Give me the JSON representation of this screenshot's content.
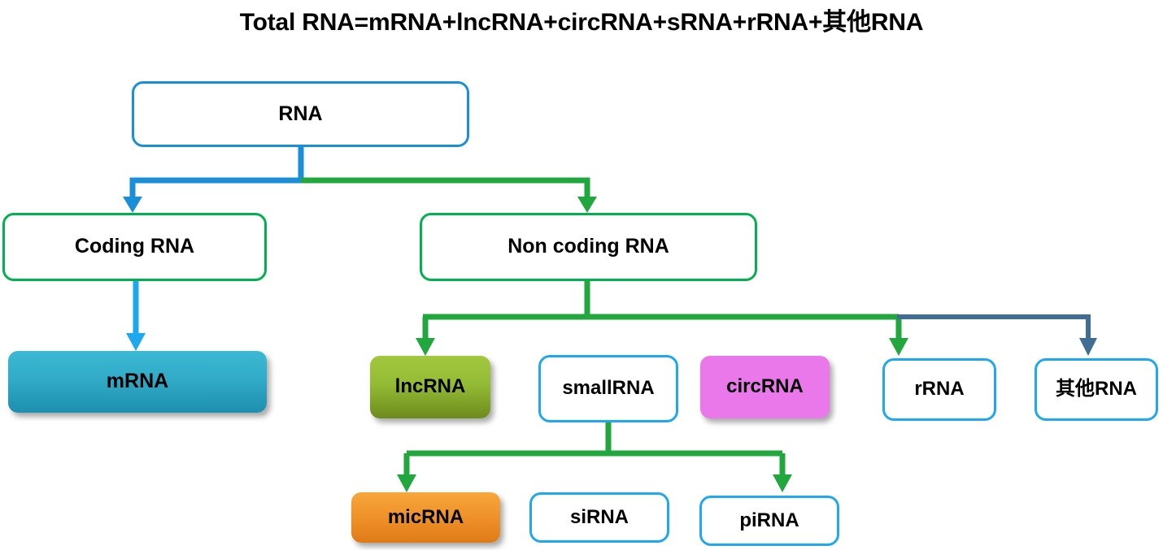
{
  "title": "Total RNA=mRNA+lncRNA+circRNA+sRNA+rRNA+其他RNA",
  "colors": {
    "blue": "#1a8fd8",
    "light_blue": "#1fa8ef",
    "green": "#22a73f",
    "border_green": "#00b14f",
    "slate_blue": "#3f6d96",
    "mrna_fill": "#31abc7",
    "lncrna_fill": "#94bb35",
    "circrna_fill": "#ea78ea",
    "micrna_fill": "#f0932c",
    "text": "#000000",
    "background": "#ffffff"
  },
  "nodes": [
    {
      "id": "rna",
      "label": "RNA",
      "style": "outline-blue",
      "level": 0
    },
    {
      "id": "coding_rna",
      "label": "Coding RNA",
      "style": "outline-green",
      "level": 1
    },
    {
      "id": "non_coding_rna",
      "label": "Non coding RNA",
      "style": "outline-green",
      "level": 1
    },
    {
      "id": "mrna",
      "label": "mRNA",
      "style": "filled-teal",
      "level": 2
    },
    {
      "id": "lncrna",
      "label": "lncRNA",
      "style": "filled-olive",
      "level": 2
    },
    {
      "id": "smallrna",
      "label": "smallRNA",
      "style": "outline-ltblue",
      "level": 2
    },
    {
      "id": "circrna",
      "label": "circRNA",
      "style": "filled-orchid",
      "level": 2
    },
    {
      "id": "rrna",
      "label": "rRNA",
      "style": "outline-ltblue",
      "level": 2
    },
    {
      "id": "other_rna",
      "label": "其他RNA",
      "style": "outline-ltblue",
      "level": 2
    },
    {
      "id": "micrna",
      "label": "micRNA",
      "style": "filled-orange",
      "level": 3
    },
    {
      "id": "sirna",
      "label": "siRNA",
      "style": "outline-ltblue",
      "level": 3
    },
    {
      "id": "pirna",
      "label": "piRNA",
      "style": "outline-ltblue",
      "level": 3
    }
  ],
  "edges": [
    {
      "from": "rna",
      "to": "coding_rna",
      "color": "blue"
    },
    {
      "from": "rna",
      "to": "non_coding_rna",
      "color": "green"
    },
    {
      "from": "coding_rna",
      "to": "mrna",
      "color": "blue"
    },
    {
      "from": "non_coding_rna",
      "to": "lncrna",
      "color": "green"
    },
    {
      "from": "non_coding_rna",
      "to": "rrna",
      "color": "green"
    },
    {
      "from": "non_coding_rna",
      "to": "other_rna",
      "color": "slate_blue"
    },
    {
      "from": "smallrna",
      "to": "micrna",
      "color": "green"
    },
    {
      "from": "smallrna",
      "to": "pirna",
      "color": "green"
    }
  ]
}
